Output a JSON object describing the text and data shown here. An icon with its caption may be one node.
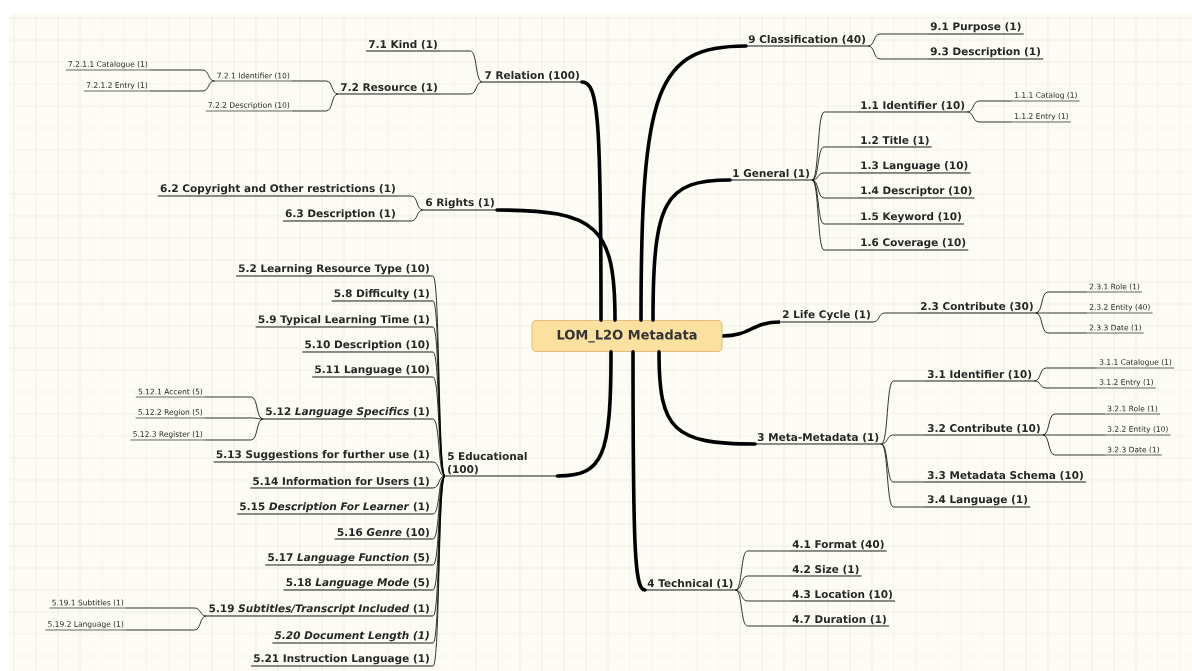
{
  "diagram": {
    "nodes": [
      {
        "text": [
          "LOM_L2O Metadata"
        ]
      },
      {
        "text": [
          "9 Classification (40)"
        ]
      },
      {
        "text": [
          "9.1 Purpose (1)"
        ]
      },
      {
        "text": [
          "9.3 Description (1)"
        ]
      },
      {
        "text": [
          "1 General (1)"
        ]
      },
      {
        "text": [
          "1.1 Identifier (10)"
        ]
      },
      {
        "text": [
          "1.1.1 Catalog (1)"
        ]
      },
      {
        "text": [
          "1.1.2 Entry (1)"
        ]
      },
      {
        "text": [
          "1.2 Title (1)"
        ]
      },
      {
        "text": [
          "1.3 Language (10)"
        ]
      },
      {
        "text": [
          "1.4 Descriptor (10)"
        ]
      },
      {
        "text": [
          "1.5 Keyword (10)"
        ]
      },
      {
        "text": [
          "1.6 Coverage (10)"
        ]
      },
      {
        "text": [
          "2 Life Cycle (1)"
        ]
      },
      {
        "text": [
          "2.3 Contribute (30)"
        ]
      },
      {
        "text": [
          "2.3.1 Role (1)"
        ]
      },
      {
        "text": [
          "2.3.2 Entity (40)"
        ]
      },
      {
        "text": [
          "2.3.3 Date (1)"
        ]
      },
      {
        "text": [
          "3 Meta-Metadata (1)"
        ]
      },
      {
        "text": [
          "3.1 Identifier (10)"
        ]
      },
      {
        "text": [
          "3.1.1 Catalogue (1)"
        ]
      },
      {
        "text": [
          "3.1.2 Entry (1)"
        ]
      },
      {
        "text": [
          "3.2 Contribute (10)"
        ]
      },
      {
        "text": [
          "3.2.1 Role (1)"
        ]
      },
      {
        "text": [
          "3.2.2 Entity (10)"
        ]
      },
      {
        "text": [
          "3.2.3 Date (1)"
        ]
      },
      {
        "text": [
          "3.3 Metadata Schema (10)"
        ]
      },
      {
        "text": [
          "3.4 Language (1)"
        ]
      },
      {
        "text": [
          "4 Technical (1)"
        ]
      },
      {
        "text": [
          "4.1 Format (40)"
        ]
      },
      {
        "text": [
          "4.2 Size (1)"
        ]
      },
      {
        "text": [
          "4.3 Location (10)"
        ]
      },
      {
        "text": [
          "4.7 Duration (1)"
        ]
      },
      {
        "text": [
          "7 Relation (100)"
        ]
      },
      {
        "text": [
          "7.1 Kind (1)"
        ]
      },
      {
        "text": [
          "7.2 Resource (1)"
        ]
      },
      {
        "text": [
          "7.2.1 Identifier (10)"
        ]
      },
      {
        "text": [
          "7.2.1.1 Catalogue (1)"
        ]
      },
      {
        "text": [
          "7.2.1.2 Entry (1)"
        ]
      },
      {
        "text": [
          "7.2.2 Description (10)"
        ]
      },
      {
        "text": [
          "6 Rights (1)"
        ]
      },
      {
        "text": [
          "6.2 Copyright and Other restrictions (1)"
        ]
      },
      {
        "text": [
          "6.3 Description (1)"
        ]
      },
      {
        "text": [
          "5 Educational (100)"
        ]
      },
      {
        "text": [
          "5.2 Learning Resource Type (10)"
        ]
      },
      {
        "text": [
          "5.8 Difficulty (1)"
        ]
      },
      {
        "text": [
          "5.9 Typical Learning Time (1)"
        ]
      },
      {
        "text": [
          "5.10 Description (10)"
        ]
      },
      {
        "text": [
          "5.11 Language (10)"
        ]
      },
      {
        "text": [
          "5.12 *Language Specifics* (1)"
        ]
      },
      {
        "text": [
          "5.12.1 Accent (5)"
        ]
      },
      {
        "text": [
          "5.12.2 Region (5)"
        ]
      },
      {
        "text": [
          "5.12.3 Register (1)"
        ]
      },
      {
        "text": [
          "5.13 Suggestions for further use (1)"
        ]
      },
      {
        "text": [
          "5.14 Information for Users (1)"
        ]
      },
      {
        "text": [
          "5.15 *Description For Learner* (1)"
        ]
      },
      {
        "text": [
          "5.16 *Genre* (10)"
        ]
      },
      {
        "text": [
          "5.17 *Language Function* (5)"
        ]
      },
      {
        "text": [
          "5.18 *Language Mode* (5)"
        ]
      },
      {
        "text": [
          "5.19 *Subtitles/Transcript Included* (1)"
        ]
      },
      {
        "text": [
          "5.19.1 Subtitles (1)"
        ]
      },
      {
        "text": [
          "5.19.2 Language (1)"
        ]
      },
      {
        "text": [
          "*5.20 Document Length (1)*"
        ]
      },
      {
        "text": [
          "5.21 Instruction Language (1)"
        ]
      }
    ],
    "edges": [
      {
        "from": 0,
        "to": 1,
        "arrow": "none",
        "style": "thick"
      },
      {
        "from": 0,
        "to": 4,
        "arrow": "none",
        "style": "thick"
      },
      {
        "from": 0,
        "to": 13,
        "arrow": "none",
        "style": "thick"
      },
      {
        "from": 0,
        "to": 18,
        "arrow": "none",
        "style": "thick"
      },
      {
        "from": 0,
        "to": 28,
        "arrow": "none",
        "style": "thick"
      },
      {
        "from": 0,
        "to": 33,
        "arrow": "none",
        "style": "thick"
      },
      {
        "from": 0,
        "to": 40,
        "arrow": "none",
        "style": "thick"
      },
      {
        "from": 0,
        "to": 43,
        "arrow": "none",
        "style": "thick"
      },
      {
        "from": 1,
        "to": 2,
        "arrow": "none"
      },
      {
        "from": 1,
        "to": 3,
        "arrow": "none"
      },
      {
        "from": 4,
        "to": 5,
        "arrow": "none"
      },
      {
        "from": 5,
        "to": 6,
        "arrow": "none"
      },
      {
        "from": 5,
        "to": 7,
        "arrow": "none"
      },
      {
        "from": 4,
        "to": 8,
        "arrow": "none"
      },
      {
        "from": 4,
        "to": 9,
        "arrow": "none"
      },
      {
        "from": 4,
        "to": 10,
        "arrow": "none"
      },
      {
        "from": 4,
        "to": 11,
        "arrow": "none"
      },
      {
        "from": 4,
        "to": 12,
        "arrow": "none"
      },
      {
        "from": 13,
        "to": 14,
        "arrow": "none"
      },
      {
        "from": 14,
        "to": 15,
        "arrow": "none"
      },
      {
        "from": 14,
        "to": 16,
        "arrow": "none"
      },
      {
        "from": 14,
        "to": 17,
        "arrow": "none"
      },
      {
        "from": 18,
        "to": 19,
        "arrow": "none"
      },
      {
        "from": 19,
        "to": 20,
        "arrow": "none"
      },
      {
        "from": 19,
        "to": 21,
        "arrow": "none"
      },
      {
        "from": 18,
        "to": 22,
        "arrow": "none"
      },
      {
        "from": 22,
        "to": 23,
        "arrow": "none"
      },
      {
        "from": 22,
        "to": 24,
        "arrow": "none"
      },
      {
        "from": 22,
        "to": 25,
        "arrow": "none"
      },
      {
        "from": 18,
        "to": 26,
        "arrow": "none"
      },
      {
        "from": 18,
        "to": 27,
        "arrow": "none"
      },
      {
        "from": 28,
        "to": 29,
        "arrow": "none"
      },
      {
        "from": 28,
        "to": 30,
        "arrow": "none"
      },
      {
        "from": 28,
        "to": 31,
        "arrow": "none"
      },
      {
        "from": 28,
        "to": 32,
        "arrow": "none"
      },
      {
        "from": 33,
        "to": 34,
        "arrow": "none"
      },
      {
        "from": 33,
        "to": 35,
        "arrow": "none"
      },
      {
        "from": 35,
        "to": 36,
        "arrow": "none"
      },
      {
        "from": 36,
        "to": 37,
        "arrow": "none"
      },
      {
        "from": 36,
        "to": 38,
        "arrow": "none"
      },
      {
        "from": 35,
        "to": 39,
        "arrow": "none"
      },
      {
        "from": 40,
        "to": 41,
        "arrow": "none"
      },
      {
        "from": 40,
        "to": 42,
        "arrow": "none"
      },
      {
        "from": 43,
        "to": 44,
        "arrow": "none"
      },
      {
        "from": 43,
        "to": 45,
        "arrow": "none"
      },
      {
        "from": 43,
        "to": 46,
        "arrow": "none"
      },
      {
        "from": 43,
        "to": 47,
        "arrow": "none"
      },
      {
        "from": 43,
        "to": 48,
        "arrow": "none"
      },
      {
        "from": 43,
        "to": 49,
        "arrow": "none"
      },
      {
        "from": 49,
        "to": 50,
        "arrow": "none"
      },
      {
        "from": 49,
        "to": 51,
        "arrow": "none"
      },
      {
        "from": 49,
        "to": 52,
        "arrow": "none"
      },
      {
        "from": 43,
        "to": 53,
        "arrow": "none"
      },
      {
        "from": 43,
        "to": 54,
        "arrow": "none"
      },
      {
        "from": 43,
        "to": 55,
        "arrow": "none"
      },
      {
        "from": 43,
        "to": 56,
        "arrow": "none"
      },
      {
        "from": 43,
        "to": 57,
        "arrow": "none"
      },
      {
        "from": 43,
        "to": 58,
        "arrow": "none"
      },
      {
        "from": 43,
        "to": 59,
        "arrow": "none"
      },
      {
        "from": 59,
        "to": 60,
        "arrow": "none"
      },
      {
        "from": 59,
        "to": 61,
        "arrow": "none"
      },
      {
        "from": 43,
        "to": 62,
        "arrow": "none"
      },
      {
        "from": 43,
        "to": 63,
        "arrow": "none"
      }
    ]
  }
}
